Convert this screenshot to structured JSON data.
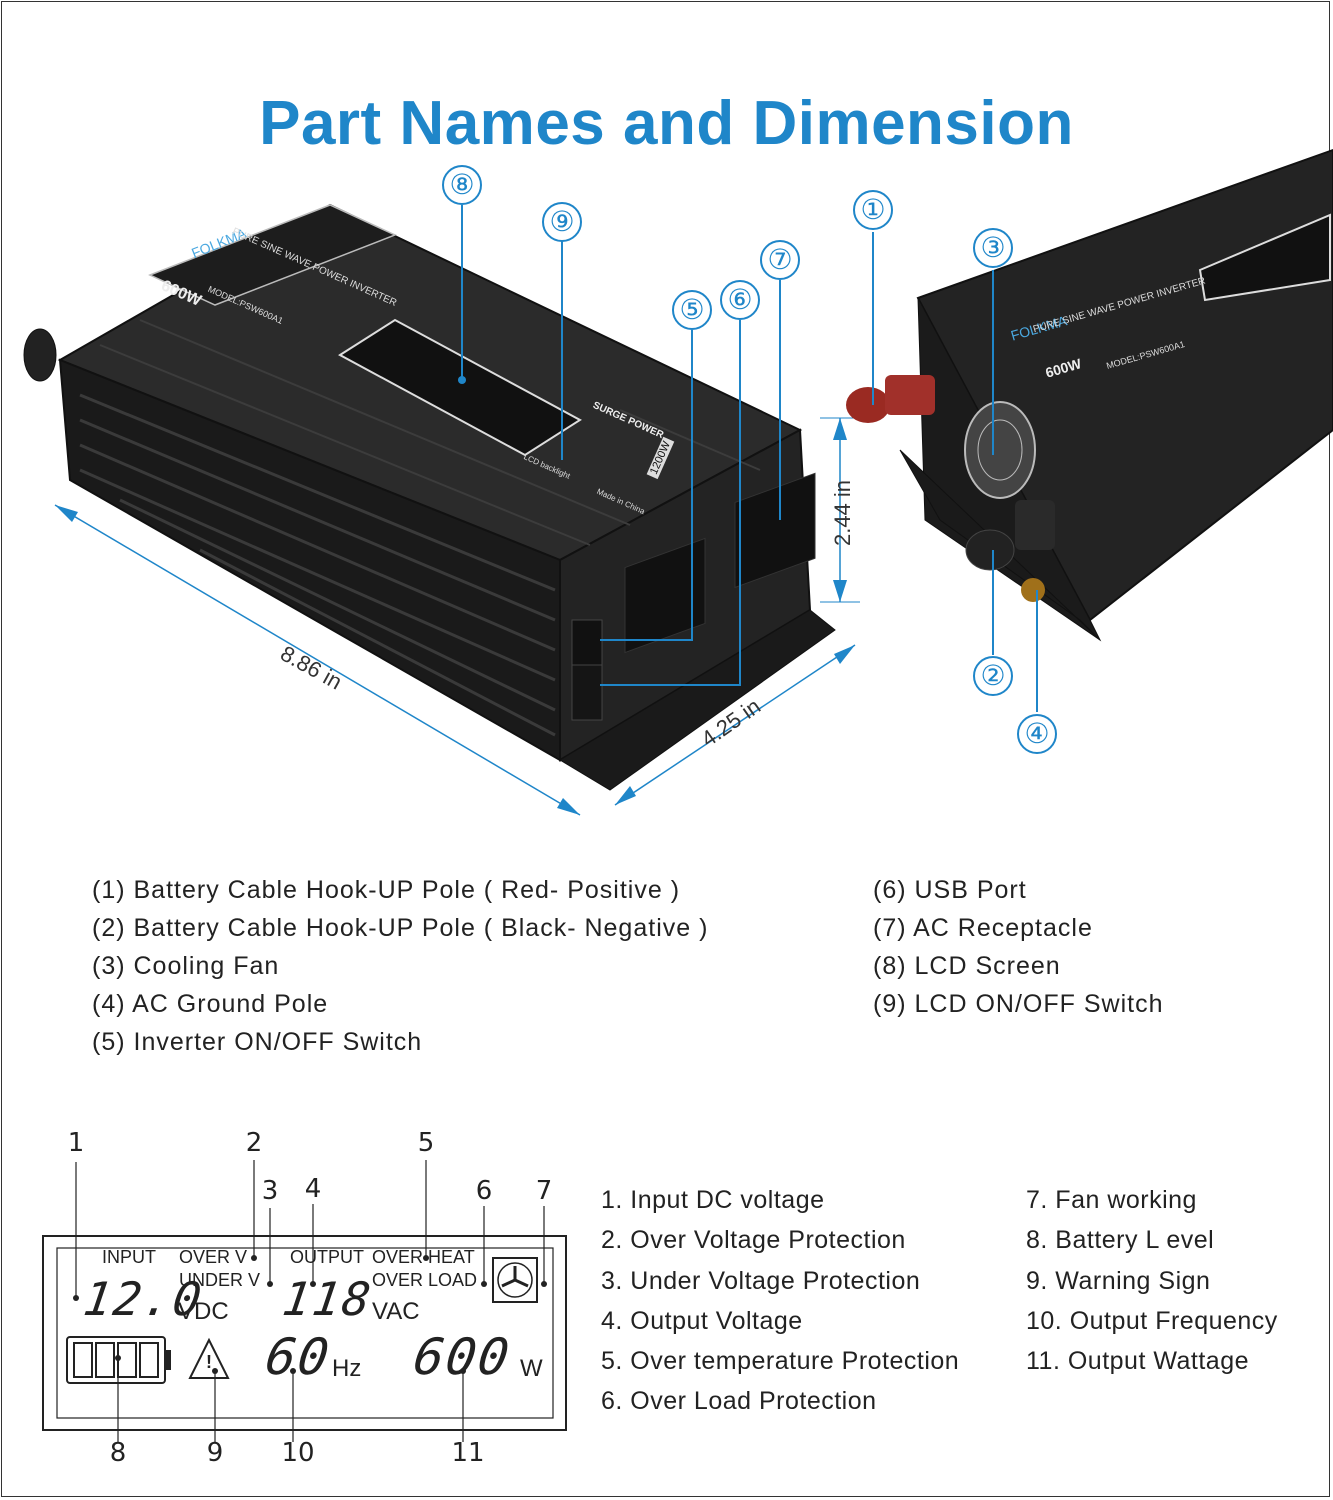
{
  "title": "Part Names and Dimension",
  "callouts": [
    "①",
    "②",
    "③",
    "④",
    "⑤",
    "⑥",
    "⑦",
    "⑧",
    "⑨"
  ],
  "dimensions": {
    "length": "8.86 in",
    "width": "4.25 in",
    "height": "2.44 in"
  },
  "product_label": {
    "brand": "FOLKMA",
    "subtitle": "PURE SINE WAVE POWER INVERTER",
    "power": "600W",
    "model": "MODEL:PSW600A1",
    "surge": "SURGE POWER",
    "surge_value": "1200W",
    "backlight": "LCD backlight",
    "made_in": "Made in China"
  },
  "parts_left": [
    "(1) Battery Cable Hook-UP Pole ( Red- Positive )",
    "(2) Battery Cable Hook-UP Pole (  Black- Negative )",
    "(3) Cooling Fan",
    "(4) AC Ground Pole",
    "(5) Inverter ON/OFF Switch"
  ],
  "parts_right": [
    "(6) USB Port",
    "(7) AC Receptacle",
    "(8) LCD Screen",
    "(9) LCD ON/OFF Switch"
  ],
  "lcd": {
    "top_numbers": [
      "1",
      "2",
      "3",
      "4",
      "5",
      "6",
      "7"
    ],
    "bottom_numbers": [
      "8",
      "9",
      "10",
      "11"
    ],
    "labels": {
      "input": "INPUT",
      "over_v": "OVER V",
      "under_v": "UNDER V",
      "output": "OUTPUT",
      "over_heat": "OVER HEAT",
      "over_load": "OVER LOAD"
    },
    "input_voltage": "12.0",
    "input_unit": "VDC",
    "output_voltage": "118",
    "output_unit": "VAC",
    "frequency": "60",
    "frequency_unit": "Hz",
    "wattage": "600",
    "wattage_unit": "W"
  },
  "lcd_legend_left": [
    "1. Input DC voltage",
    "2. Over Voltage Protection",
    "3. Under Voltage Protection",
    "4. Output Voltage",
    "5. Over temperature Protection",
    "6. Over Load Protection"
  ],
  "lcd_legend_right": [
    "7. Fan working",
    "8. Battery L evel",
    "9. Warning Sign",
    "10. Output Frequency",
    "11. Output Wattage"
  ]
}
